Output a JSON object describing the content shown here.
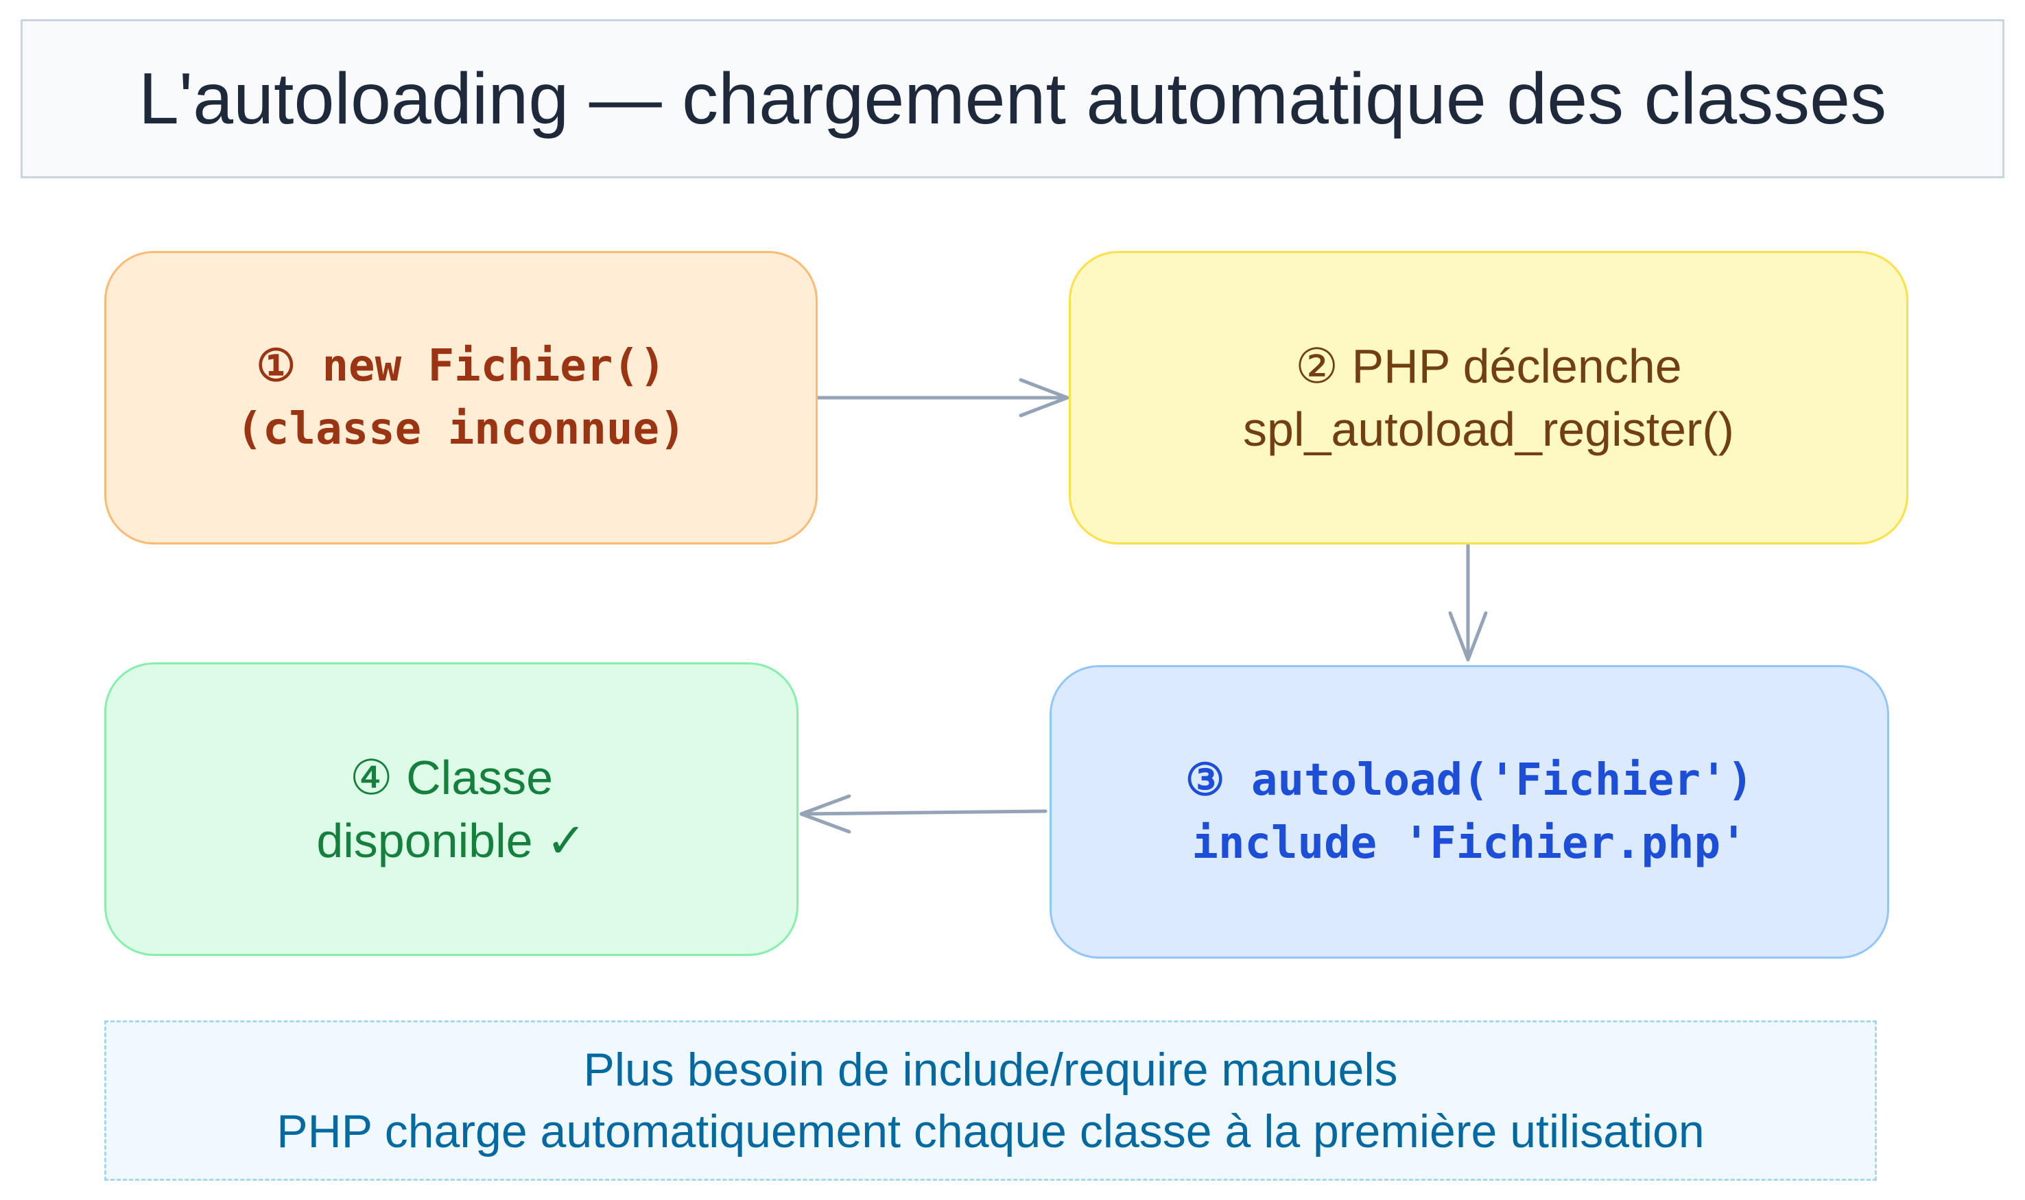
{
  "title": "L'autoloading — chargement automatique des classes",
  "colors": {
    "title_bg": "#f8fafc",
    "title_border": "#cbd5e1",
    "title_text": "#1e293b",
    "arrow": "#94a3b8",
    "note_bg": "#f0f9ff",
    "note_border": "#a5d8ee",
    "note_text": "#0369a1"
  },
  "nodes": [
    {
      "id": "node1",
      "lines": [
        "① new Fichier()",
        "(classe inconnue)"
      ],
      "font": "mono",
      "fill": "#ffedd5",
      "border": "#fdba74",
      "text_color": "#9a3412"
    },
    {
      "id": "node2",
      "lines": [
        "② PHP déclenche",
        "spl_autoload_register()"
      ],
      "font": "sans",
      "fill": "#fef9c3",
      "border": "#fde047",
      "text_color": "#713f12"
    },
    {
      "id": "node3",
      "lines": [
        "③ autoload('Fichier')",
        "include 'Fichier.php'"
      ],
      "font": "mono",
      "fill": "#dbeafe",
      "border": "#93c5fd",
      "text_color": "#1d4ed8"
    },
    {
      "id": "node4",
      "lines": [
        "④ Classe",
        "disponible ✓"
      ],
      "font": "sans",
      "fill": "#dcfce7",
      "border": "#86efac",
      "text_color": "#15803d"
    }
  ],
  "note": {
    "lines": [
      "Plus besoin de include/require manuels",
      "PHP charge automatiquement chaque classe à la première utilisation"
    ]
  }
}
